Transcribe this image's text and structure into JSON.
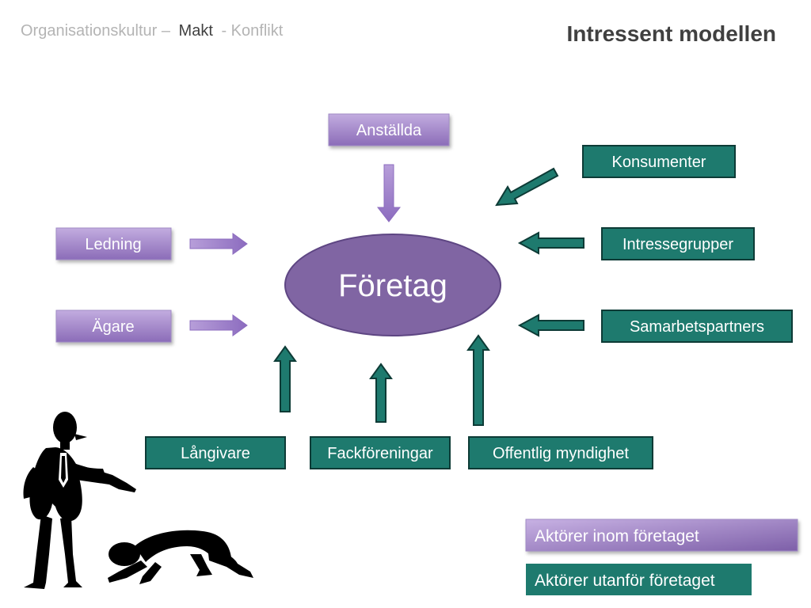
{
  "breadcrumb": {
    "part1": "Organisationskultur –",
    "part2": "Makt",
    "part3": "- Konflikt"
  },
  "title": "Intressent modellen",
  "center": {
    "label": "Företag"
  },
  "internal_nodes": {
    "anstallda": "Anställda",
    "ledning": "Ledning",
    "agare": "Ägare"
  },
  "external_nodes": {
    "konsumenter": "Konsumenter",
    "intressegrupper": "Intressegrupper",
    "samarbetspartners": "Samarbetspartners",
    "langivare": "Långivare",
    "fackforeningar": "Fackföreningar",
    "offentlig": "Offentlig myndighet"
  },
  "legend": {
    "inside": "Aktörer inom företaget",
    "outside": "Aktörer utanför företaget"
  },
  "colors": {
    "internal": "#9b7fc4",
    "external": "#1e7a6e",
    "center": "#8065a3",
    "breadcrumb_light": "#b4b4b4",
    "title": "#404040"
  }
}
